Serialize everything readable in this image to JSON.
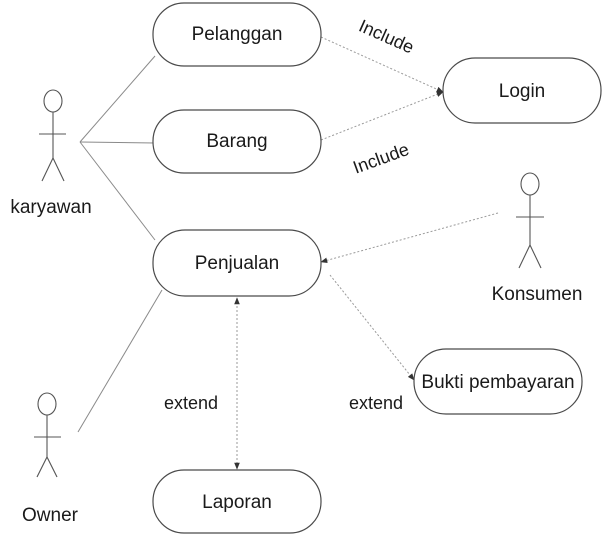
{
  "actors": {
    "karyawan": "karyawan",
    "owner": "Owner",
    "konsumen": "Konsumen"
  },
  "use_cases": {
    "pelanggan": "Pelanggan",
    "barang": "Barang",
    "penjualan": "Penjualan",
    "laporan": "Laporan",
    "login": "Login",
    "bukti_pembayaran": "Bukti pembayaran"
  },
  "relations": {
    "include_pelanggan_login": "Include",
    "include_barang_login": "Include",
    "extend_penjualan_laporan": "extend",
    "extend_penjualan_bukti": "extend"
  }
}
